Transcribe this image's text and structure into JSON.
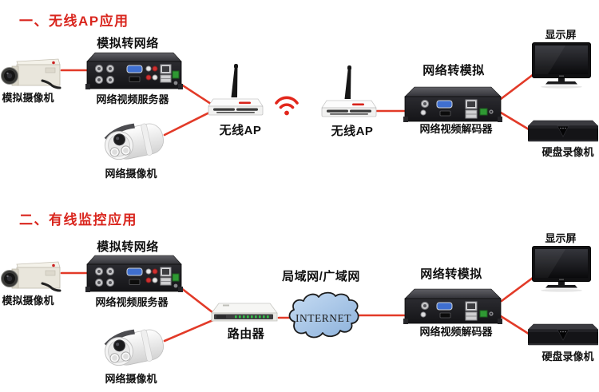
{
  "colors": {
    "title_red": "#d9251d",
    "line_red": "#e23a28",
    "wifi_red": "#e2271c",
    "label_black": "#111111",
    "cloud_blue": "#a9c6e8"
  },
  "section1": {
    "title": "一、无线AP应用",
    "labels": {
      "encoder_top": "模拟转网络",
      "analog_camera": "模拟摄像机",
      "encoder": "网络视频服务器",
      "network_camera": "网络摄像机",
      "ap_left": "无线AP",
      "ap_right": "无线AP",
      "decoder_top": "网络转模拟",
      "decoder": "网络视频解码器",
      "monitor": "显示屏",
      "dvr": "硬盘录像机"
    }
  },
  "section2": {
    "title": "二、有线监控应用",
    "labels": {
      "encoder_top": "模拟转网络",
      "analog_camera": "模拟摄像机",
      "encoder": "网络视频服务器",
      "network_camera": "网络摄像机",
      "router": "路由器",
      "wan": "局域网/广域网",
      "internet": "INTERNET",
      "decoder_top": "网络转模拟",
      "decoder": "网络视频解码器",
      "monitor": "显示屏",
      "dvr": "硬盘录像机"
    }
  }
}
